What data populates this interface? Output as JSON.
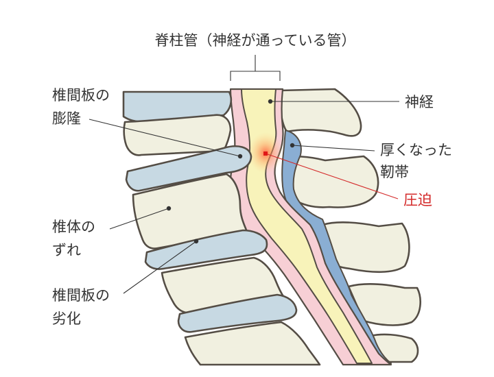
{
  "title": "脊柱管（神経が通っている管）",
  "labels": {
    "disc_bulge_line1": "椎間板の",
    "disc_bulge_line2": "膨隆",
    "nerve": "神経",
    "lig_line1": "厚くなった",
    "lig_line2": "靭帯",
    "compression": "圧迫",
    "slip_line1": "椎体の",
    "slip_line2": "ずれ",
    "degen_line1": "椎間板の",
    "degen_line2": "劣化"
  },
  "colors": {
    "bone": "#f1f0e0",
    "disc": "#c7d9e3",
    "ligament": "#8aaed3",
    "dura": "#f7cfd5",
    "nerve": "#f8f3ba",
    "outline": "#544d45",
    "compression": "#d42a2a"
  }
}
